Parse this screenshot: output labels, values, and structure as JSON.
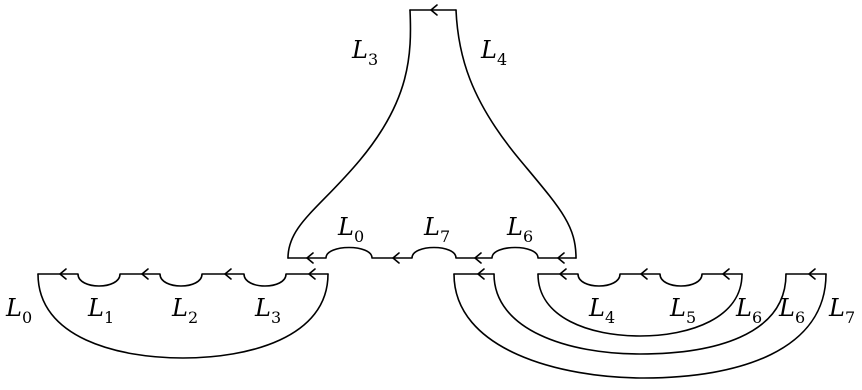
{
  "labels": {
    "top_left": {
      "base": "L",
      "sub": "3"
    },
    "top_right": {
      "base": "L",
      "sub": "4"
    },
    "mid_l0": {
      "base": "L",
      "sub": "0"
    },
    "mid_l7": {
      "base": "L",
      "sub": "7"
    },
    "mid_l6": {
      "base": "L",
      "sub": "6"
    },
    "left_l0": {
      "base": "L",
      "sub": "0"
    },
    "left_l1": {
      "base": "L",
      "sub": "1"
    },
    "left_l2": {
      "base": "L",
      "sub": "2"
    },
    "left_l3": {
      "base": "L",
      "sub": "3"
    },
    "right_l4": {
      "base": "L",
      "sub": "4"
    },
    "right_l5": {
      "base": "L",
      "sub": "5"
    },
    "right_l6a": {
      "base": "L",
      "sub": "6"
    },
    "right_l6b": {
      "base": "L",
      "sub": "6"
    },
    "right_l7": {
      "base": "L",
      "sub": "7"
    }
  }
}
